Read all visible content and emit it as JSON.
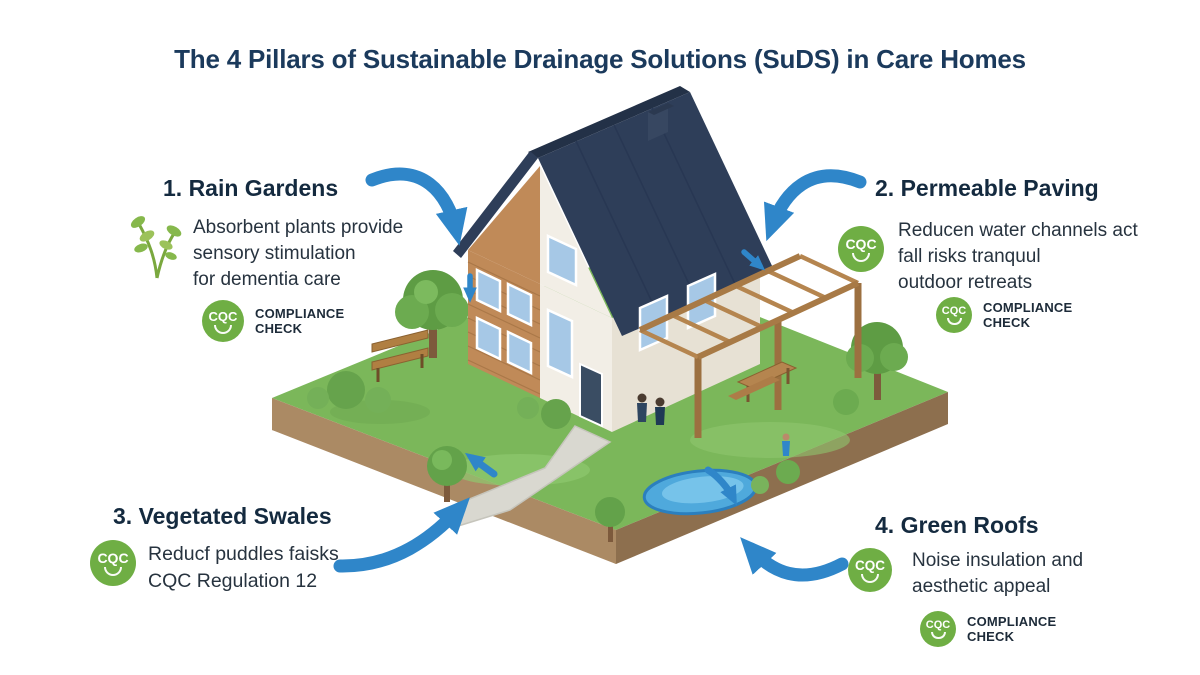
{
  "title": "The 4 Pillars of Sustainable Drainage Solutions (SuDS) in Care Homes",
  "badge": {
    "cqc": "CQC",
    "compliance_line1": "COMPLIANCE",
    "compliance_line2": "CHECK"
  },
  "pillars": {
    "rain_gardens": {
      "heading": "1. Rain Gardens",
      "line1": "Absorbent plants provide",
      "line2": "sensory stimulation",
      "line3": "for dementia care"
    },
    "permeable_paving": {
      "heading": "2. Permeable Paving",
      "line1": "Reducen water channels act",
      "line2": "fall risks tranquul",
      "line3": "outdoor retreats"
    },
    "vegetated_swales": {
      "heading": "3. Vegetated Swales",
      "line1": "Reducf puddles faisks",
      "line2": "CQC Regulation 12"
    },
    "green_roofs": {
      "heading": "4. Green Roofs",
      "line1": "Noise insulation and",
      "line2": "aesthetic appeal"
    }
  },
  "colors": {
    "accent_blue": "#2f86c9",
    "badge_green": "#6fae44",
    "title_navy": "#1b3a5c",
    "grass_green": "#7bb75a",
    "roof_navy": "#2e3e59",
    "wood_brown": "#c08a58"
  }
}
